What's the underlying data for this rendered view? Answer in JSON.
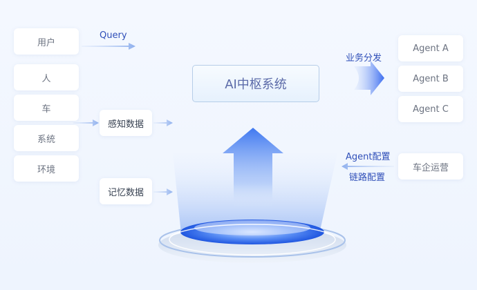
{
  "left_inputs": [
    "用户",
    "人",
    "车",
    "系统",
    "环境"
  ],
  "query_label": "Query",
  "middle_nodes": [
    "感知数据",
    "记忆数据"
  ],
  "core_label": "AI中枢系统",
  "dispatch_label": "业务分发",
  "agents": [
    "Agent A",
    "Agent B",
    "Agent C"
  ],
  "config_labels": [
    "Agent配置",
    "链路配置"
  ],
  "operations": "车企运营",
  "colors": {
    "accent": "#3b6cf0",
    "label_text": "#2f4fb8",
    "card_text": "#6b7280"
  }
}
